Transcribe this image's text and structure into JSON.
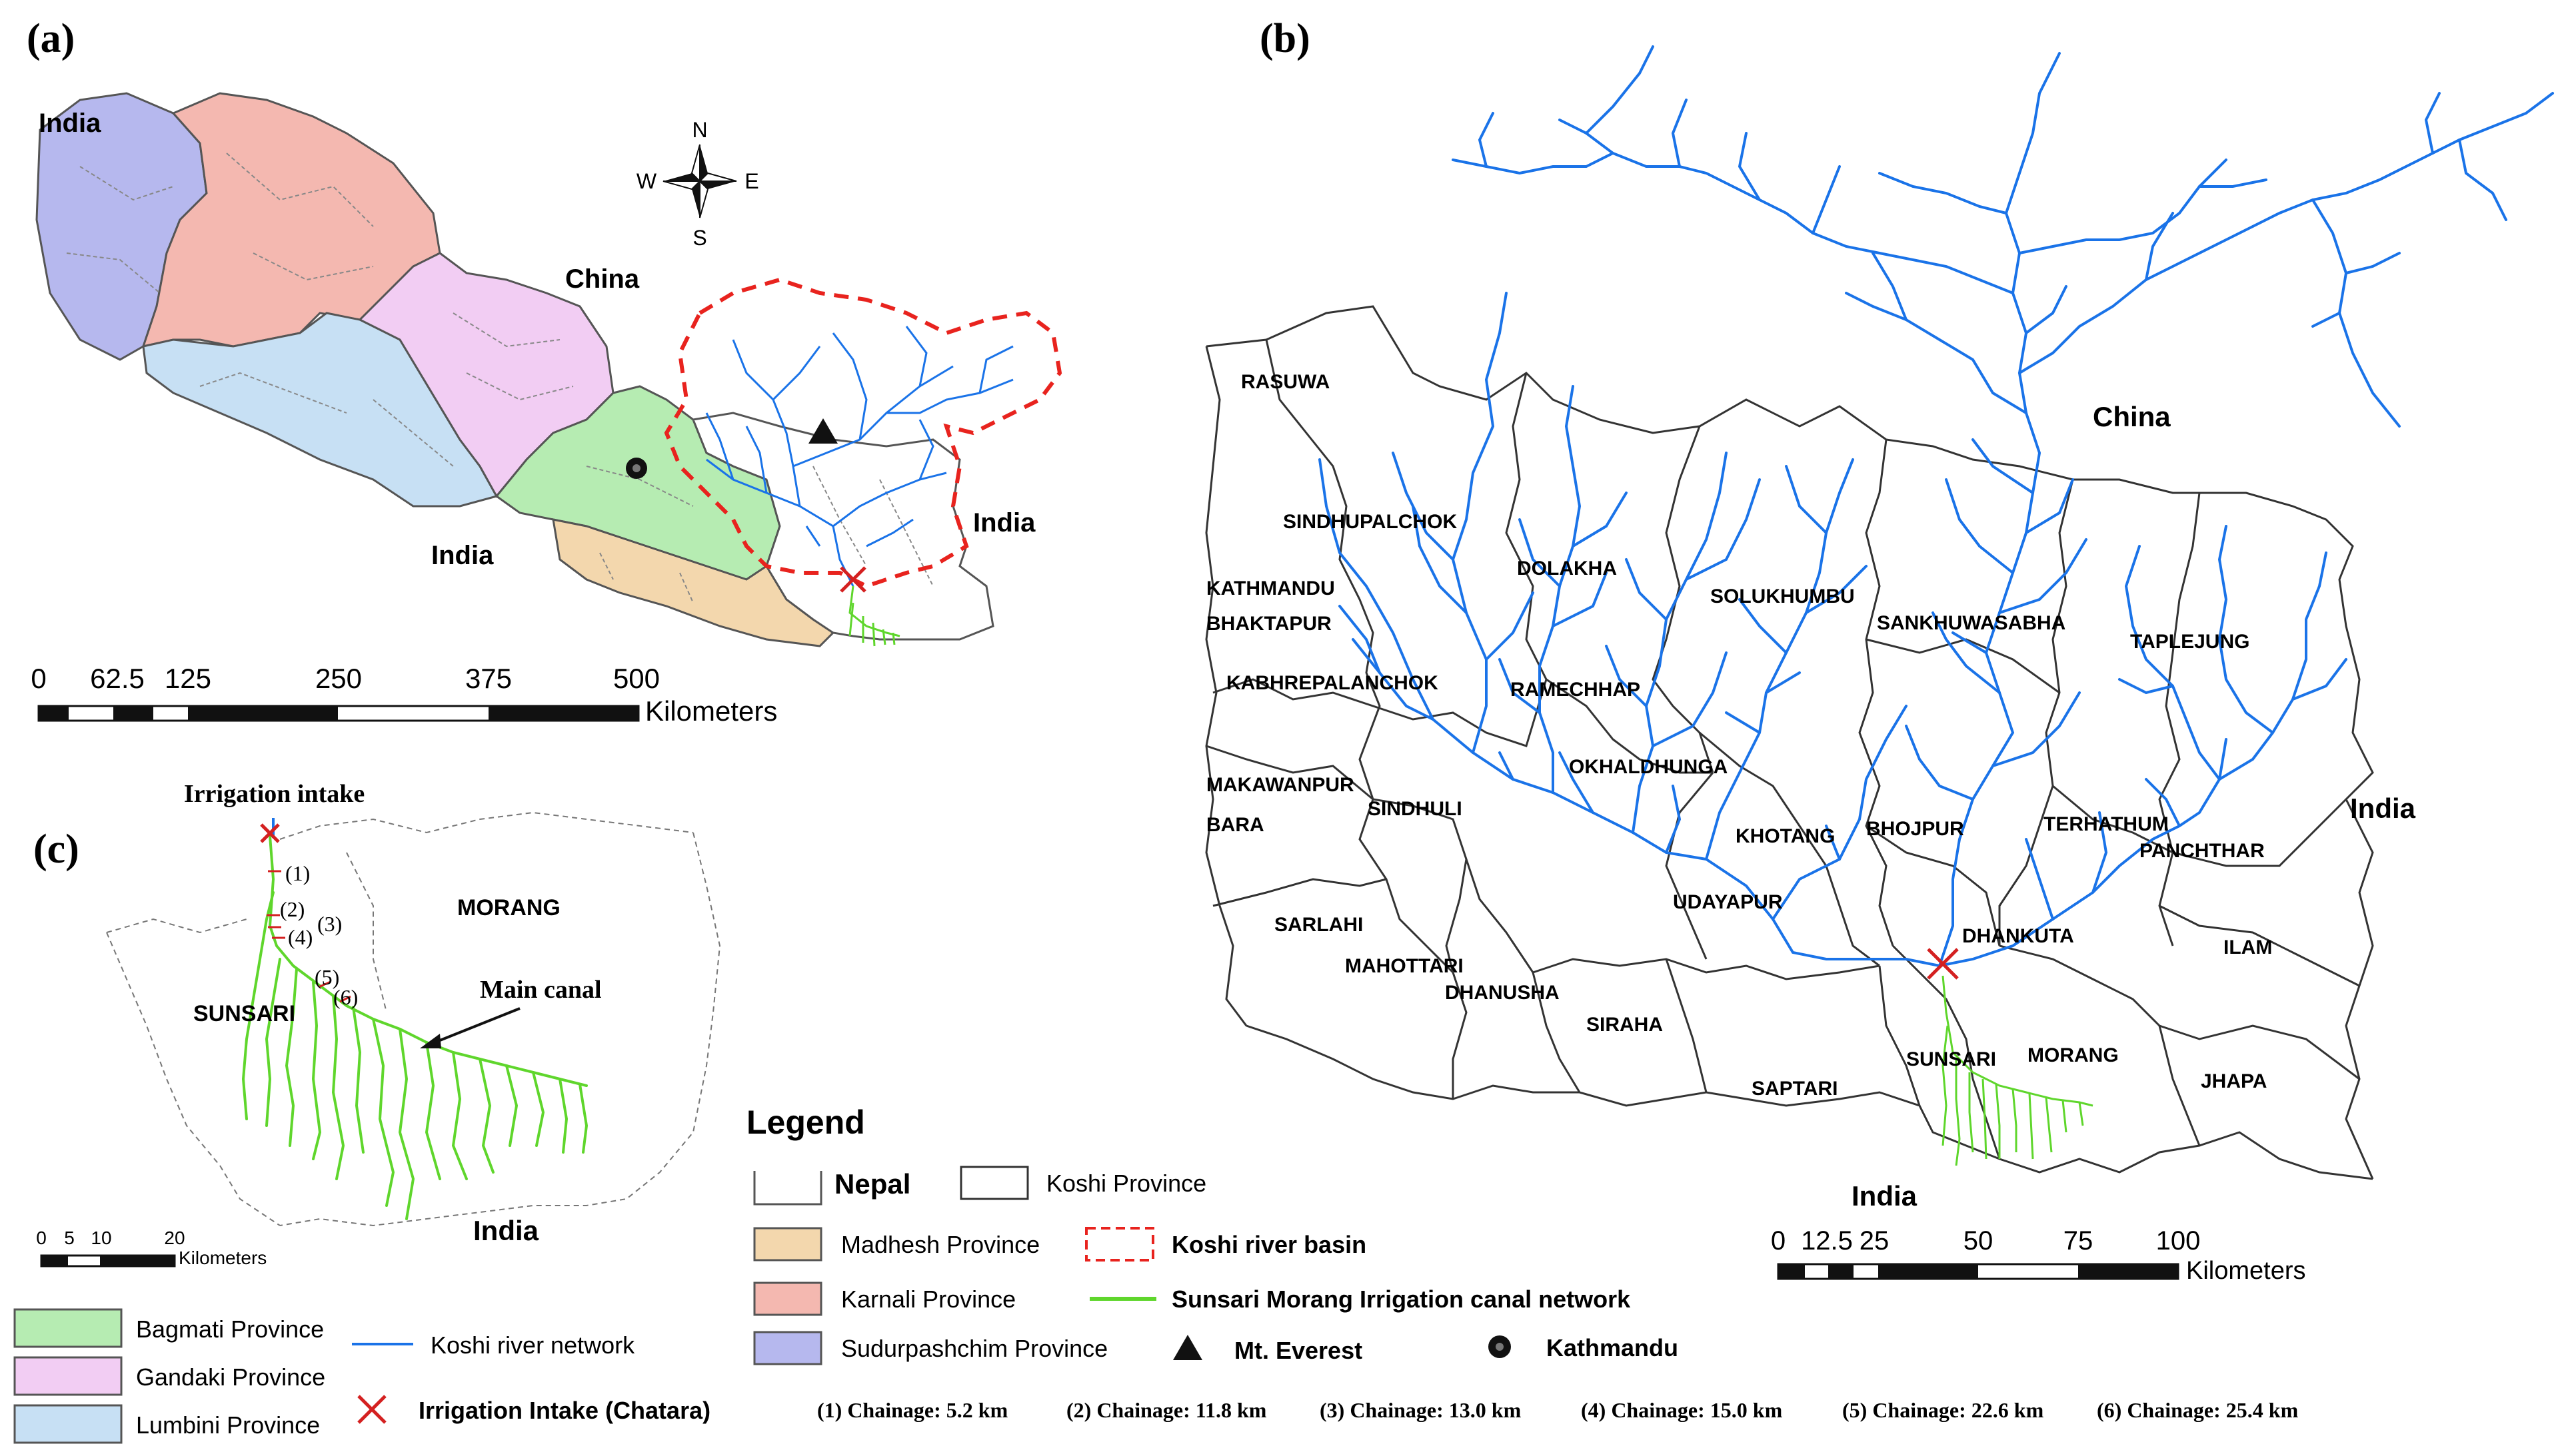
{
  "panel_a": {
    "label": "(a)",
    "countries": {
      "india_nw": "India",
      "china": "China",
      "india_s": "India",
      "india_e": "India"
    },
    "compass": {
      "n": "N",
      "s": "S",
      "e": "E",
      "w": "W"
    },
    "scale": {
      "ticks": [
        "0",
        "62.5",
        "125",
        "250",
        "375",
        "500"
      ],
      "unit": "Kilometers"
    }
  },
  "panel_b": {
    "label": "(b)",
    "china": "China",
    "india_e": "India",
    "india_s": "India",
    "districts": [
      "RASUWA",
      "SINDHUPALCHOK",
      "KATHMANDU",
      "BHAKTAPUR",
      "KABHREPALANCHOK",
      "DOLAKHA",
      "RAMECHHAP",
      "SOLUKHUMBU",
      "SANKHUWASABHA",
      "TAPLEJUNG",
      "OKHALDHUNGA",
      "MAKAWANPUR",
      "SINDHULI",
      "BARA",
      "KHOTANG",
      "BHOJPUR",
      "TERHATHUM",
      "PANCHTHAR",
      "SARLAHI",
      "MAHOTTARI",
      "DHANUSHA",
      "UDAYAPUR",
      "DHANKUTA",
      "ILAM",
      "SIRAHA",
      "SAPTARI",
      "SUNSARI",
      "MORANG",
      "JHAPA"
    ],
    "scale": {
      "ticks": [
        "0",
        "12.5",
        "25",
        "50",
        "75",
        "100"
      ],
      "unit": "Kilometers"
    }
  },
  "panel_c": {
    "label": "(c)",
    "intake_title": "Irrigation intake",
    "main_canal": "Main canal",
    "morang": "MORANG",
    "sunsari": "SUNSARI",
    "india": "India",
    "chainage_marks": [
      "(1)",
      "(2)",
      "(3)",
      "(4)",
      "(5)",
      "(6)"
    ],
    "scale": {
      "ticks": [
        "0",
        "5",
        "10",
        "20"
      ],
      "unit": "Kilometers"
    }
  },
  "legend": {
    "title": "Legend",
    "items": {
      "nepal": "Nepal",
      "koshi_province": "Koshi Province",
      "madhesh": "Madhesh Province",
      "koshi_basin": "Koshi river basin",
      "karnali": "Karnali Province",
      "canal_network": "Sunsari Morang Irrigation canal network",
      "sudurpashchim": "Sudurpashchim Province",
      "everest": "Mt. Everest",
      "kathmandu": "Kathmandu",
      "bagmati": "Bagmati Province",
      "gandaki": "Gandaki Province",
      "lumbini": "Lumbini Province",
      "river_network": "Koshi river network",
      "intake": "Irrigation Intake (Chatara)"
    },
    "chainages": [
      "(1) Chainage: 5.2 km",
      "(2) Chainage: 11.8 km",
      "(3) Chainage: 13.0 km",
      "(4) Chainage: 15.0 km",
      "(5) Chainage: 22.6 km",
      "(6) Chainage: 25.4 km"
    ]
  },
  "colors": {
    "bagmati": "#b6ecb2",
    "gandaki": "#f2cdf3",
    "lumbini": "#c7e0f4",
    "karnali": "#f4b8b0",
    "sudurpashchim": "#b6b8ee",
    "madhesh": "#f3d7ad",
    "river": "#1a73e8",
    "canal": "#5fd62c",
    "basin": "#e8231e",
    "intake": "#d42020"
  }
}
